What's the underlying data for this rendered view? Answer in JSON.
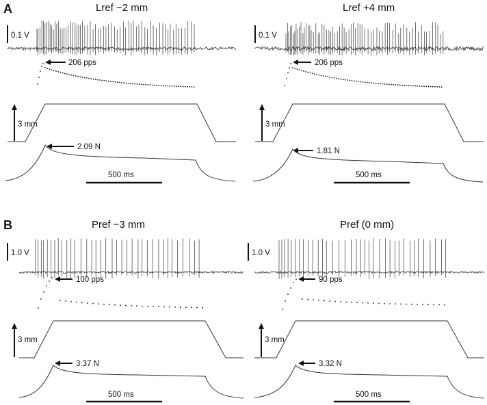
{
  "figure": {
    "panels": [
      {
        "letter": "A",
        "columns": [
          {
            "title": "Lref −2 mm",
            "voltage_scale": "0.1 V",
            "rate_annot": "206 pps",
            "length_scale": "3 mm",
            "force_annot": "2.09 N",
            "time_scale": "500 ms"
          },
          {
            "title": "Lref +4 mm",
            "voltage_scale": "0.1 V",
            "rate_annot": "206 pps",
            "length_scale": "3 mm",
            "force_annot": "1.81 N",
            "time_scale": "500 ms"
          }
        ]
      },
      {
        "letter": "B",
        "columns": [
          {
            "title": "Pref −3 mm",
            "voltage_scale": "1.0 V",
            "rate_annot": "100 pps",
            "length_scale": "3 mm",
            "force_annot": "3.37 N",
            "time_scale": "500 ms"
          },
          {
            "title": "Pref (0 mm)",
            "voltage_scale": "1.0 V",
            "rate_annot": "90 pps",
            "length_scale": "3 mm",
            "force_annot": "3.32 N",
            "time_scale": "500 ms"
          }
        ]
      }
    ]
  },
  "colors": {
    "trace": "#333333",
    "ink": "#111111",
    "background": "#ffffff"
  }
}
